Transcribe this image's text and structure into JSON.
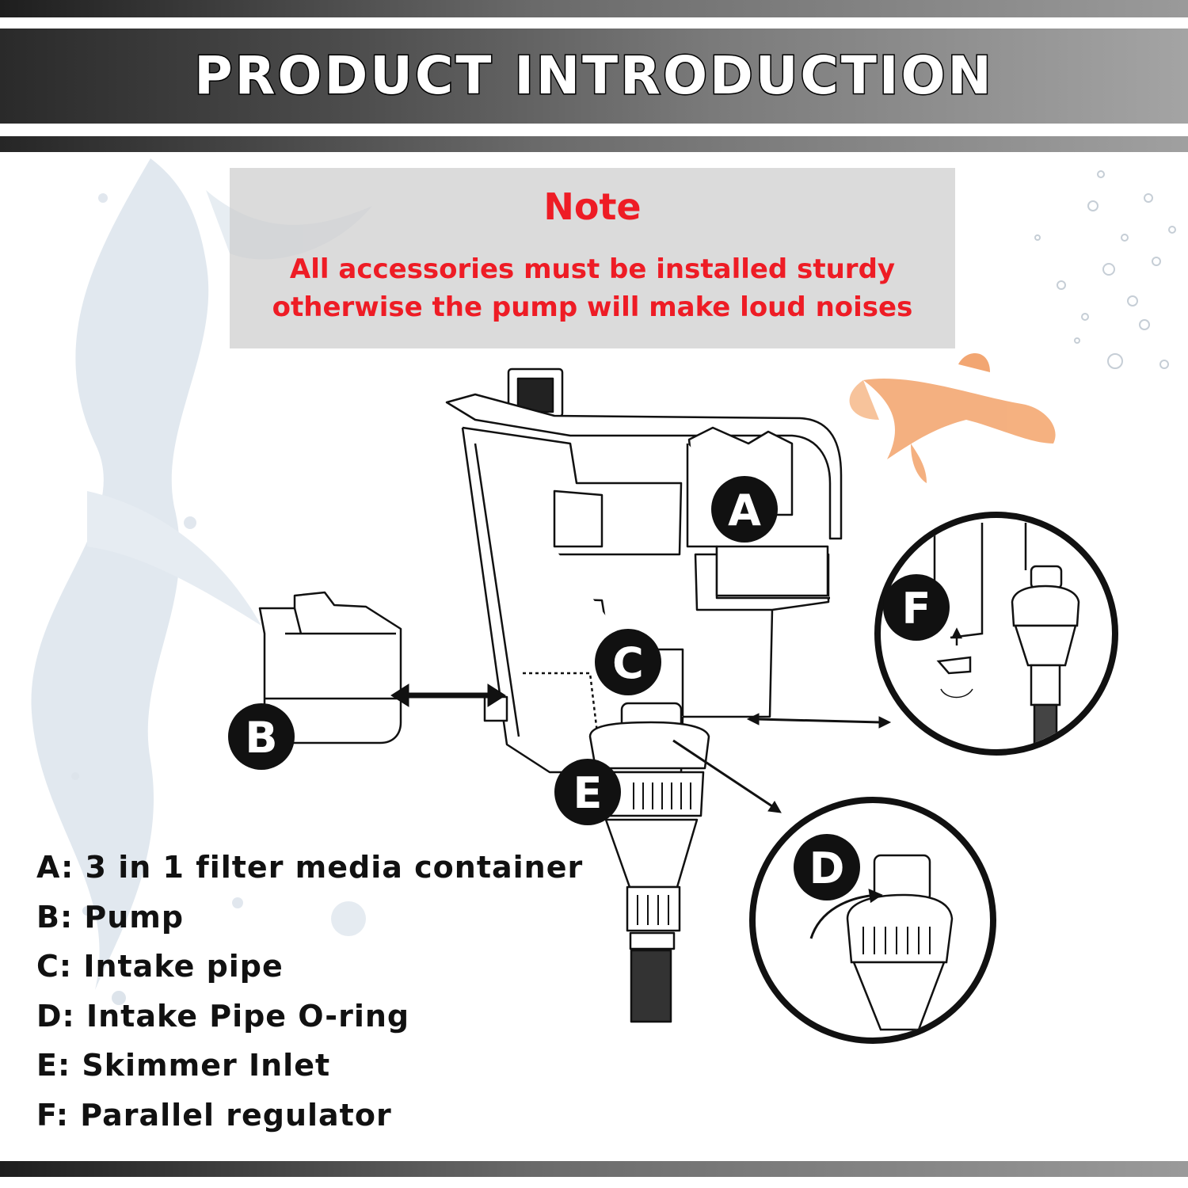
{
  "header": {
    "title": "PRODUCT INTRODUCTION"
  },
  "note": {
    "title": "Note",
    "lines": [
      "All accessories must be installed sturdy",
      "otherwise the pump will make loud noises"
    ]
  },
  "badges": {
    "a": "A",
    "b": "B",
    "c": "C",
    "d": "D",
    "e": "E",
    "f": "F"
  },
  "legend": {
    "items": [
      "A: 3 in 1 filter media container",
      "B: Pump",
      "C: Intake pipe",
      "D: Intake Pipe O-ring",
      "E: Skimmer Inlet",
      "F: Parallel regulator"
    ]
  },
  "colors": {
    "accent": "#ee1c25",
    "ink": "#111111",
    "banner_dark": "#2a2a2a",
    "banner_light": "#a4a4a4"
  },
  "icons": {
    "splash": "water-splash-icon",
    "bubbles": "bubbles-icon",
    "fish": "goldfish-icon"
  }
}
